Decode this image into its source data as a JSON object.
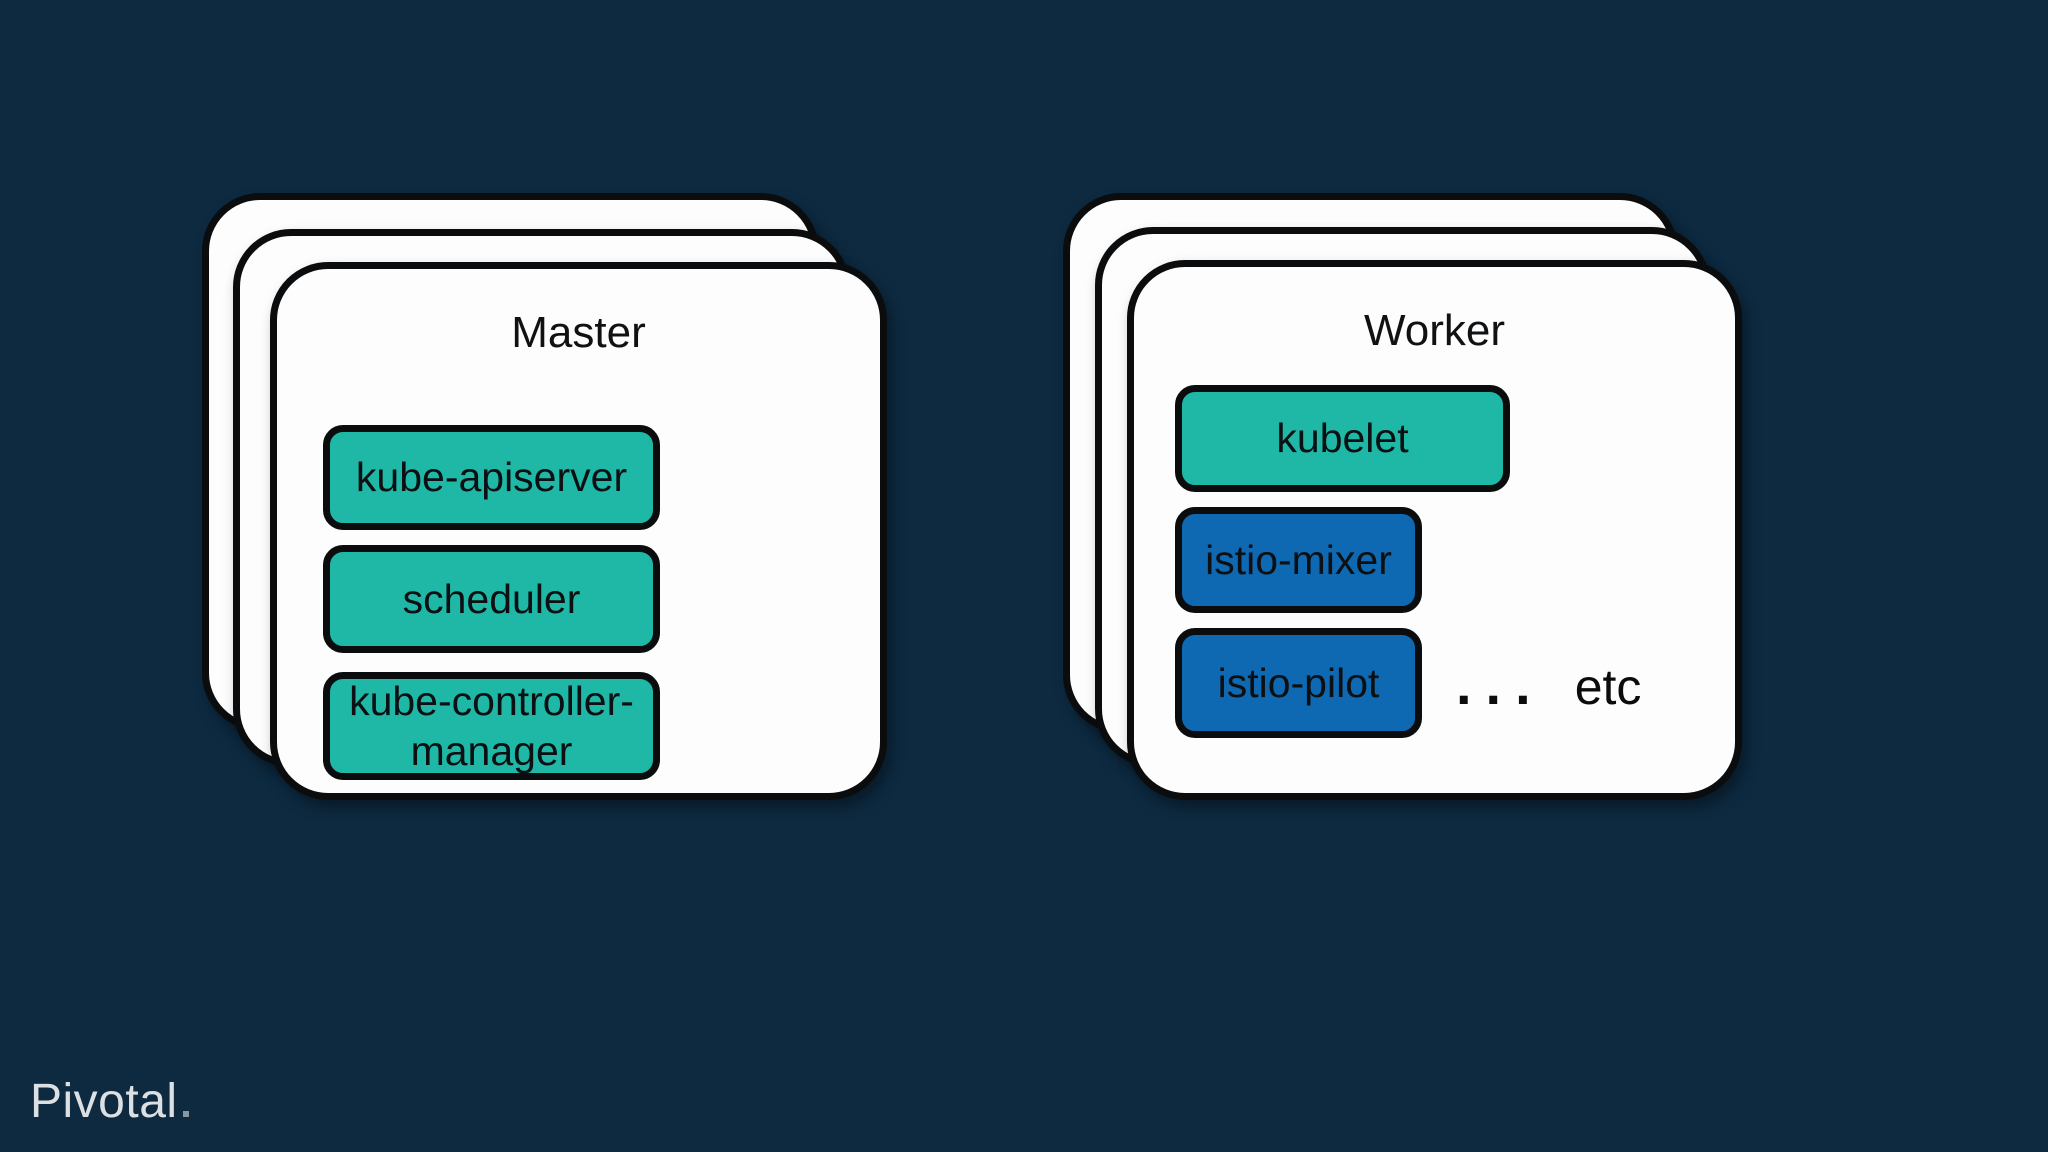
{
  "slide": {
    "background_color": "#0d2a41",
    "colors": {
      "card_white": "#fdfdfd",
      "outline_black": "#0b0c0e",
      "teal": "#1fb8a6",
      "blue": "#0e69b2",
      "brand_text": "#dce0e3"
    },
    "stacks": [
      {
        "id": "master",
        "title": "Master",
        "stacked_cards": 3,
        "boxes": [
          {
            "label": "kube-apiserver",
            "color": "teal"
          },
          {
            "label": "scheduler",
            "color": "teal"
          },
          {
            "label": "kube-controller-manager",
            "color": "teal"
          }
        ]
      },
      {
        "id": "worker",
        "title": "Worker",
        "stacked_cards": 3,
        "boxes": [
          {
            "label": "kubelet",
            "color": "teal"
          },
          {
            "label": "istio-mixer",
            "color": "blue"
          },
          {
            "label": "istio-pilot",
            "color": "blue"
          }
        ],
        "etc": {
          "ellipsis": "...",
          "label": "etc"
        }
      }
    ],
    "footer": {
      "brand": "Pivotal"
    }
  }
}
